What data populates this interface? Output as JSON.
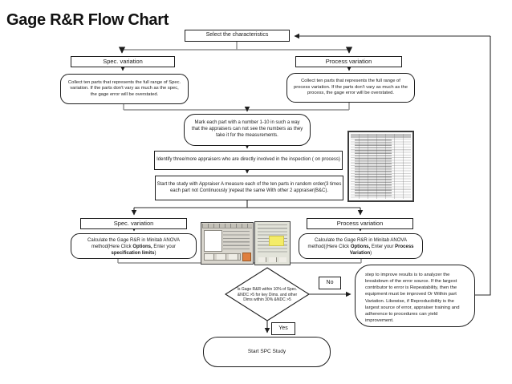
{
  "slide": {
    "title": "Gage R&R Flow Chart",
    "colors": {
      "background": "#ffffff",
      "box_border": "#1d1d1d",
      "connector_gray": "#8f8f8f",
      "connector_dark": "#2b2b2b",
      "dialog_highlight_yellow": "#f4ec68"
    },
    "nodes": {
      "select": {
        "label": "Select the characteristics"
      },
      "spec_variation_top": {
        "label": "Spec. variation"
      },
      "process_variation_top": {
        "label": "Process variation"
      },
      "collect_spec": {
        "text": "Collect ten parts that represents the full range of Spec. variation. If the parts don't vary as much as the spec, the gage error will be overstated."
      },
      "collect_process": {
        "text": "Collect ten parts that represents the full range of process variation. If the parts don't vary as much as the process, the gage error will be overstated."
      },
      "mark_parts": {
        "text": "Mark each part with a number 1-10 in such a way that the appraisers can not see the numbers as they take it for the measurements."
      },
      "identify_appraisers": {
        "text": "Identify three/more appraisers who are directly involved in the inspection ( on process)"
      },
      "start_study": {
        "text": "Start the study with Appraiser A measure each of the ten parts in random order(3 times each part not Continuously )repeat the same With other 2 appraiser(B&C)."
      },
      "spec_variation_bottom": {
        "label": "Spec. variation"
      },
      "process_variation_bottom": {
        "label": "Process variation"
      },
      "calc_spec": {
        "part1": "Calculate the Gage R&R in Minitab ANOVA method(Here Click ",
        "bold1": "Options,",
        "part2": " Enter your ",
        "bold2": "specification limits",
        "part3": ")"
      },
      "calc_process": {
        "part1": "Calculate the Gage R&R in Minitab ANOVA method((Here Click ",
        "bold1": "Options,",
        "part2": " Enter your ",
        "bold2": "Process Variation",
        "part3": ")"
      },
      "decision": {
        "text": "Is Gage R&R within 10% of Spec. &NDC >5 for key Dims. and other Dims within 30% &NDC >5"
      },
      "no_label": "No",
      "yes_label": "Yes",
      "improve": {
        "text": "step to improve results is to analyzer the breakdown of the error source. If the largest contributor to error is Repeatability, then the equipment must be improved Or Within part Variation. Likewise, if Reproducibility is the largest source of error, appraiser training and adherence to procedures can yield improvement."
      },
      "start_spc": {
        "label": "Start SPC Study"
      }
    },
    "images": {
      "worksheet": "minitab-worksheet-screenshot",
      "dialog": "minitab-gage-rr-options-dialog-screenshot"
    }
  }
}
